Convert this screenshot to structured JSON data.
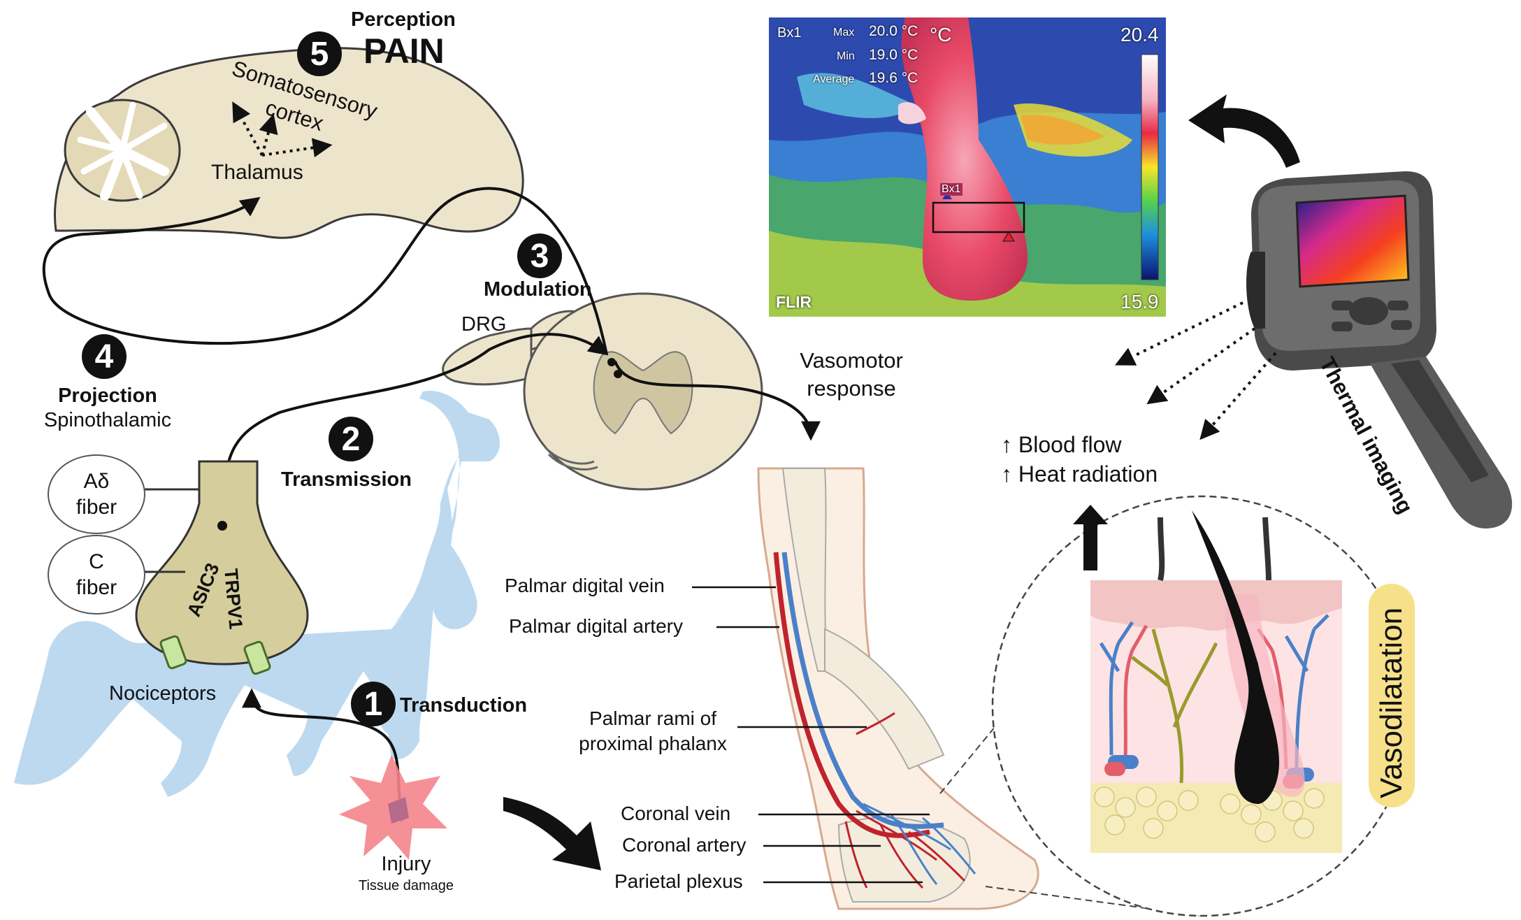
{
  "perception": {
    "step": "5",
    "title": "Perception",
    "word": "PAIN"
  },
  "brain": {
    "cortex_line1": "Somatosensory",
    "cortex_line2": "cortex",
    "thalamus": "Thalamus"
  },
  "projection": {
    "step": "4",
    "title": "Projection",
    "subtitle": "Spinothalamic"
  },
  "modulation": {
    "step": "3",
    "title": "Modulation",
    "drg": "DRG"
  },
  "transmission": {
    "step": "2",
    "title": "Transmission"
  },
  "transduction": {
    "step": "1",
    "title": "Transduction"
  },
  "fibers": {
    "adelta_line1": "Aδ",
    "adelta_line2": "fiber",
    "c_line1": "C",
    "c_line2": "fiber",
    "asic3": "ASIC3",
    "trpv1": "TRPV1",
    "nociceptors": "Nociceptors"
  },
  "injury": {
    "title": "Injury",
    "subtitle": "Tissue damage"
  },
  "vasomotor": {
    "line1": "Vasomotor",
    "line2": "response"
  },
  "limb_labels": {
    "palmar_vein": "Palmar digital vein",
    "palmar_artery": "Palmar digital artery",
    "rami_line1": "Palmar rami of",
    "rami_line2": "proximal phalanx",
    "coronal_vein": "Coronal vein",
    "coronal_artery": "Coronal artery",
    "parietal_plexus": "Parietal plexus"
  },
  "thermal": {
    "box_label": "Bx1",
    "max_label": "Max",
    "max_value": "20.0 °C",
    "min_label": "Min",
    "min_value": "19.0 °C",
    "avg_label": "Average",
    "avg_value": "19.6 °C",
    "unit": "°C",
    "scale_top": "20.4",
    "scale_bottom": "15.9",
    "roi_label": "Bx1",
    "brand": "FLIR"
  },
  "effects": {
    "blood_flow": "↑ Blood flow",
    "heat_radiation": "↑ Heat radiation"
  },
  "vasodilatation": "Vasodilatation",
  "thermal_imaging": "Thermal imaging",
  "colors": {
    "brain": "#ede4cc",
    "horse": "#bcd9f0",
    "artery": "#c0232d",
    "vein": "#4a80c9",
    "nerve": "#9a9a2c",
    "pill": "#f7e08a"
  }
}
